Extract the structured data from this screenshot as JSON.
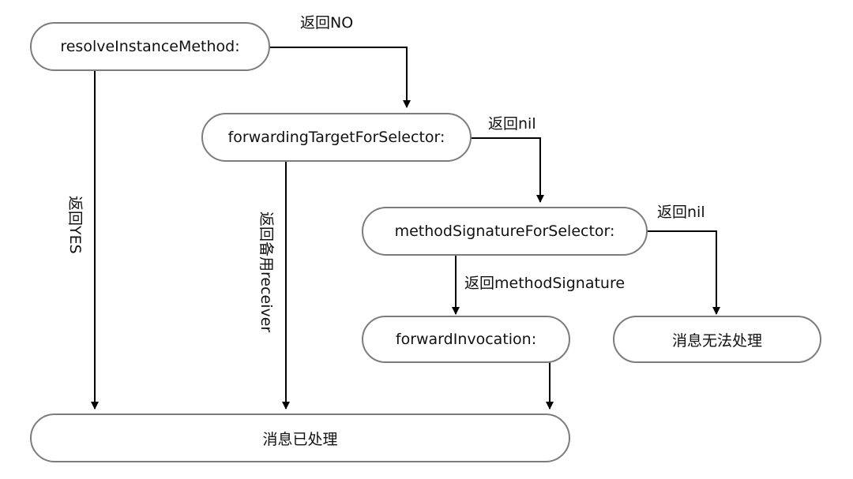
{
  "nodes": {
    "resolve": "resolveInstanceMethod:",
    "forwarding_target": "forwardingTargetForSelector:",
    "method_signature": "methodSignatureForSelector:",
    "forward_invocation": "forwardInvocation:",
    "unhandled": "消息无法处理",
    "handled": "消息已处理"
  },
  "edges": {
    "return_no": "返回NO",
    "return_nil_1": "返回nil",
    "return_nil_2": "返回nil",
    "return_method_signature": "返回methodSignature",
    "return_yes": "返回YES",
    "return_backup_receiver": "返回备用receiver"
  },
  "colors": {
    "node_border": "#7c7c7c",
    "line": "#000000",
    "text": "#111111"
  }
}
